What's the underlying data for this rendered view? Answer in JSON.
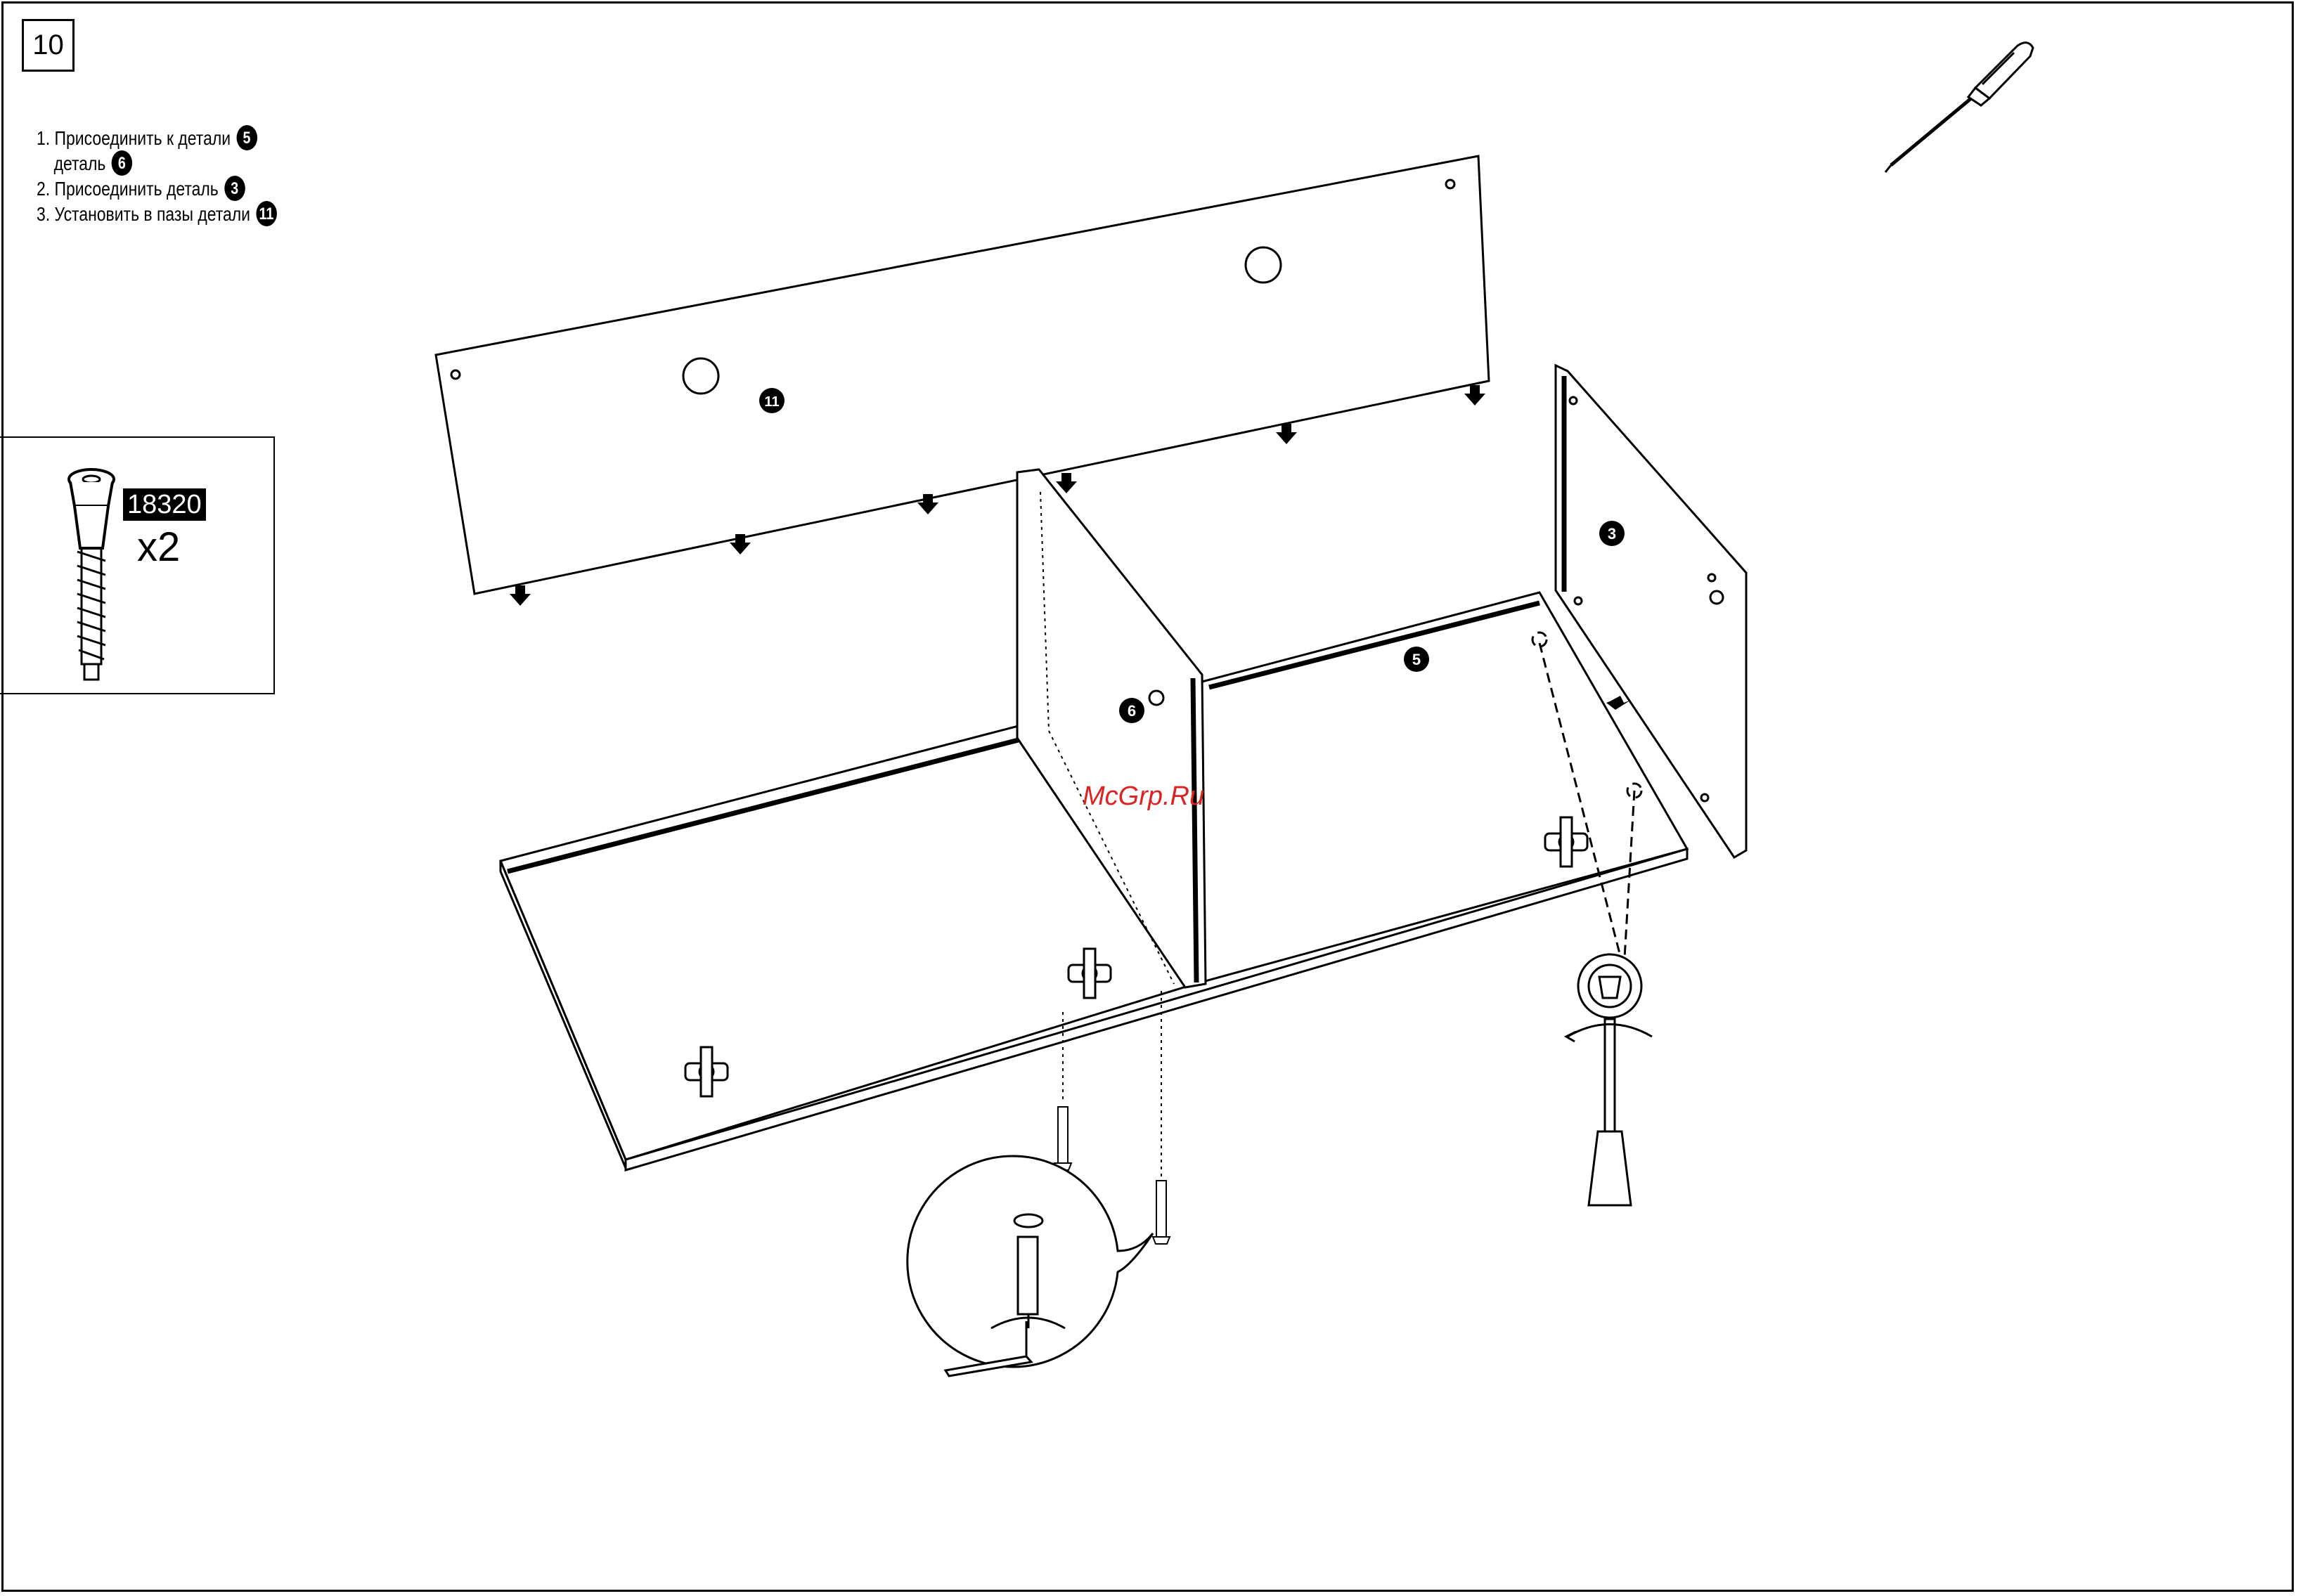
{
  "step": {
    "number": "10"
  },
  "instructions": [
    {
      "line1": "1. Присоединить к детали",
      "badge": "5",
      "line2": "деталь",
      "badge2": "6"
    },
    {
      "text": "2. Присоединить деталь",
      "badge": "3"
    },
    {
      "text": "3. Установить в пазы детали",
      "badge": "11"
    }
  ],
  "parts": {
    "code": "18320",
    "quantity": "x2"
  },
  "labels": {
    "back_panel": "11",
    "divider": "6",
    "side_panel": "3",
    "bottom_panel": "5"
  },
  "watermark": "McGrp.Ru",
  "icons": {
    "tool": "screwdriver-icon",
    "hardware": "confirmat-screw-icon",
    "detail": "hex-key-detail-icon"
  }
}
